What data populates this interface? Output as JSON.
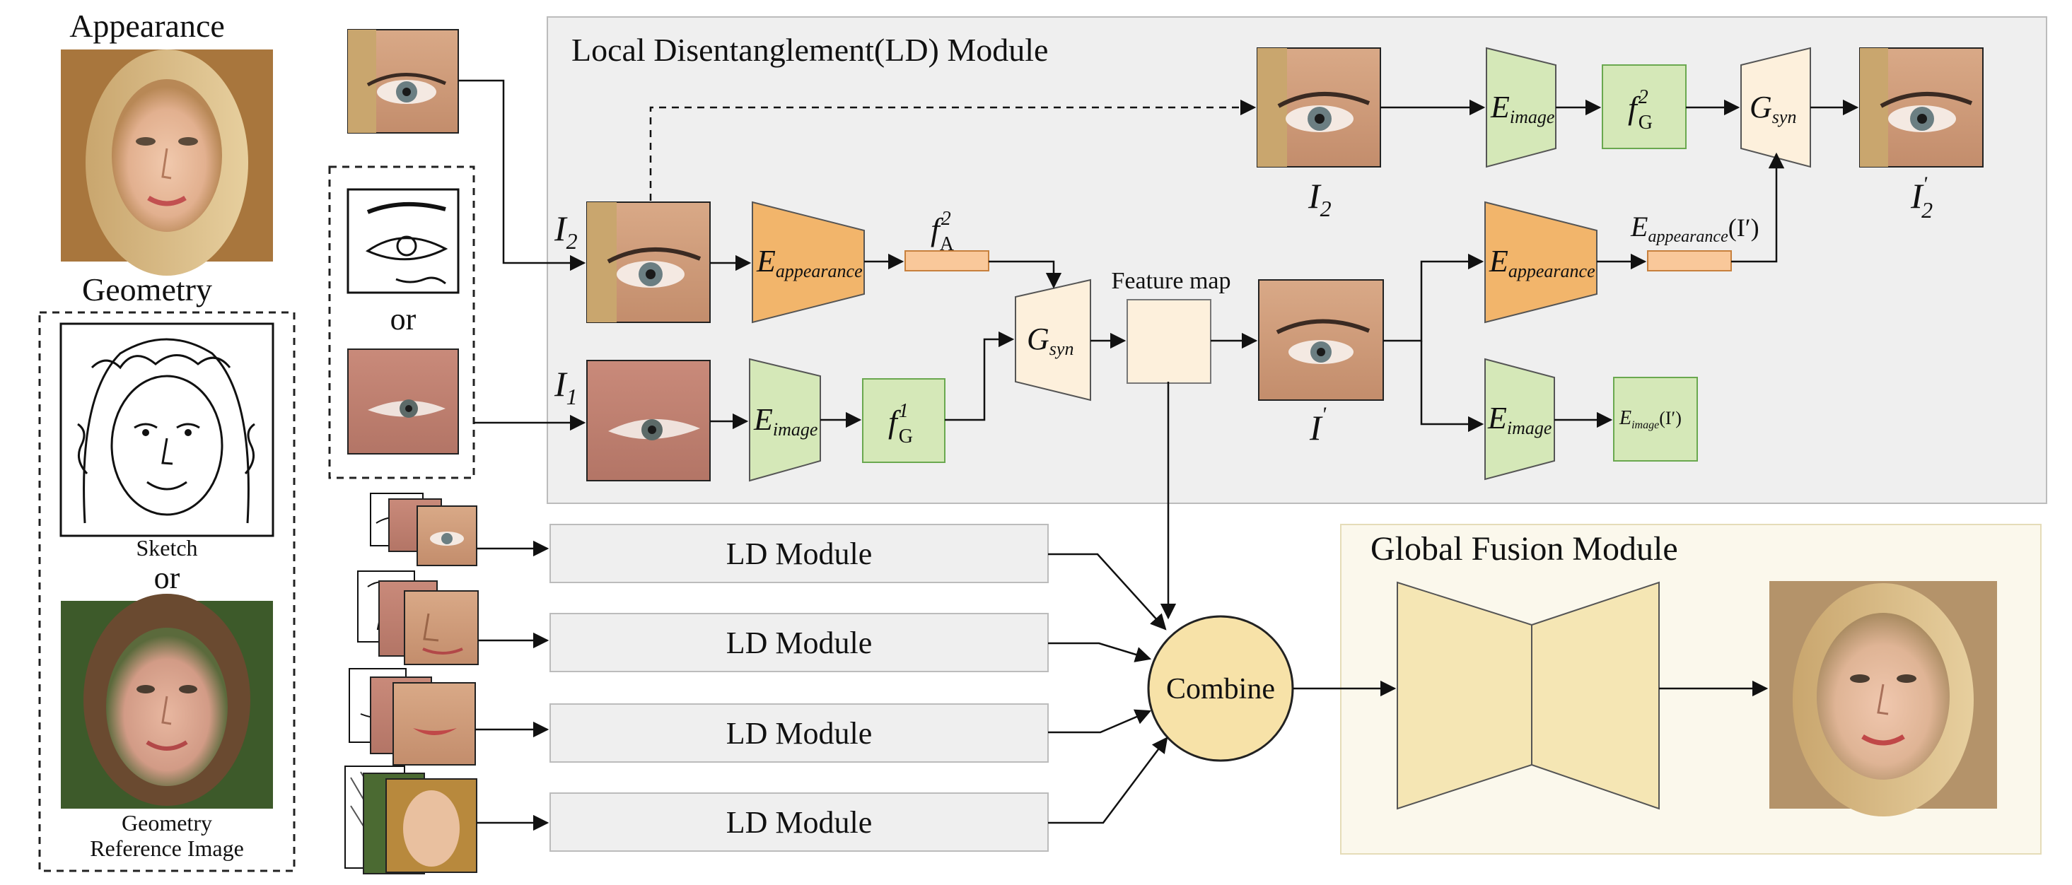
{
  "left": {
    "appearance_title": "Appearance",
    "geometry_title": "Geometry",
    "sketch_label": "Sketch",
    "or_label": "or",
    "geo_ref_line1": "Geometry",
    "geo_ref_line2": "Reference Image"
  },
  "inputs": {
    "or_label": "or"
  },
  "ld": {
    "title": "Local Disentanglement(LD) Module",
    "I2": "I",
    "I2_sub": "2",
    "I1": "I",
    "I1_sub": "1",
    "enc_appearance": "E",
    "enc_appearance_sub": "appearance",
    "enc_image": "E",
    "enc_image_sub": "image",
    "fA": "f",
    "fA_sup": "2",
    "fA_sub": "A",
    "fG1": "f",
    "fG1_sup": "1",
    "fG1_sub": "G",
    "fG2": "f",
    "fG2_sup": "2",
    "fG2_sub": "G",
    "gsyn": "G",
    "gsyn_sub": "syn",
    "feature_map": "Feature map",
    "I_prime": "I",
    "I_prime_mark": "'",
    "I2_out": "I",
    "I2_out_sub": "2",
    "I2_prime": "I",
    "I2_prime_sub": "2",
    "I2_prime_mark": "'",
    "enc_app_of_Iprime": "E",
    "enc_app_of_Iprime_sub": "appearance",
    "enc_app_of_Iprime_arg": "(I′)",
    "enc_img_of_Iprime": "E",
    "enc_img_of_Iprime_sub": "image",
    "enc_img_of_Iprime_arg": "(I′)"
  },
  "ld_modules": [
    "LD Module",
    "LD Module",
    "LD Module",
    "LD Module"
  ],
  "combine_label": "Combine",
  "gfm": {
    "title": "Global Fusion Module"
  },
  "colors": {
    "ld_panel": "#efefef",
    "gfm_panel": "#fbf8ec",
    "enc_orange": "#f2b56b",
    "enc_green": "#d5e8b8",
    "feat_orange": "#f9c89a",
    "feat_green": "#d5e8b8",
    "gsyn_fill": "#fdf0dc",
    "combine_fill": "#f7e2a8",
    "gfm_trap": "#f5e6b4"
  }
}
